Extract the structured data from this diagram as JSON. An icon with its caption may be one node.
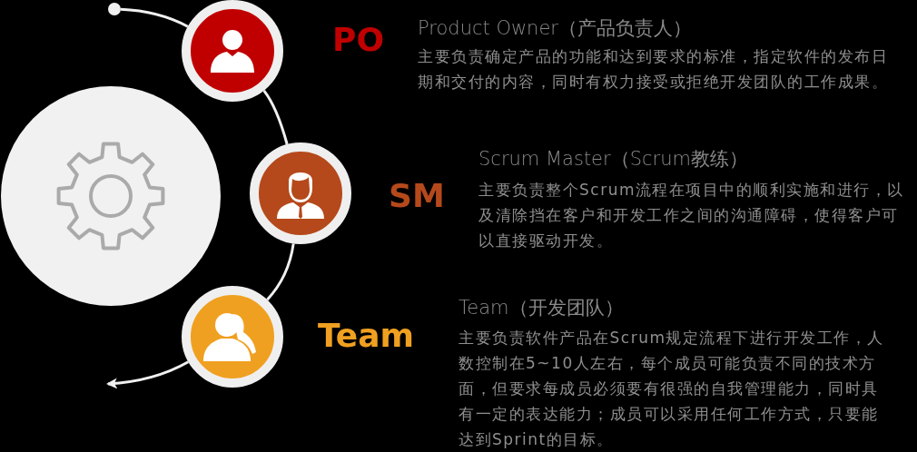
{
  "diagram": {
    "nodes": [
      {
        "text": [],
        "shape": "circle"
      },
      {
        "text": [],
        "shape": "circle",
        "beside": [
          "PO",
          "Product Owner（产品负责人）",
          "主要负责确定产品的功能和达到要求的标准，指定软件的发布日期和交付的内容，同时有权力接受或拒绝开发团队的工作成果。"
        ]
      },
      {
        "text": [],
        "shape": "circle"
      },
      {
        "text": [],
        "shape": "circle",
        "beside": [
          "SM",
          "Scrum Master（Scrum教练）",
          "主要负责整个Scrum流程在项目中的顺利实施和进行，以及清除挡在客户和开发工作之间的沟通障碍，使得客户可以直接驱动开发。"
        ]
      },
      {
        "text": [],
        "shape": "circle",
        "beside": [
          "Team",
          "Team（开发团队）",
          "主要负责软件产品在Scrum规定流程下进行开发工作，人数控制在5~10人左右，每个成员可能负责不同的技术方面，但要求每成员必须要有很强的自我管理能力，同时具有一定的表达能力；成员可以采用任何工作方式，只要能达到Sprint的目标。"
        ]
      }
    ],
    "edges": [
      {
        "from": 0,
        "to": 1,
        "arrow": "none"
      },
      {
        "from": 1,
        "to": 3,
        "arrow": "none"
      },
      {
        "from": 3,
        "to": 4,
        "arrow": "none"
      },
      {
        "from": 4,
        "to": null,
        "arrow": "to"
      }
    ]
  }
}
